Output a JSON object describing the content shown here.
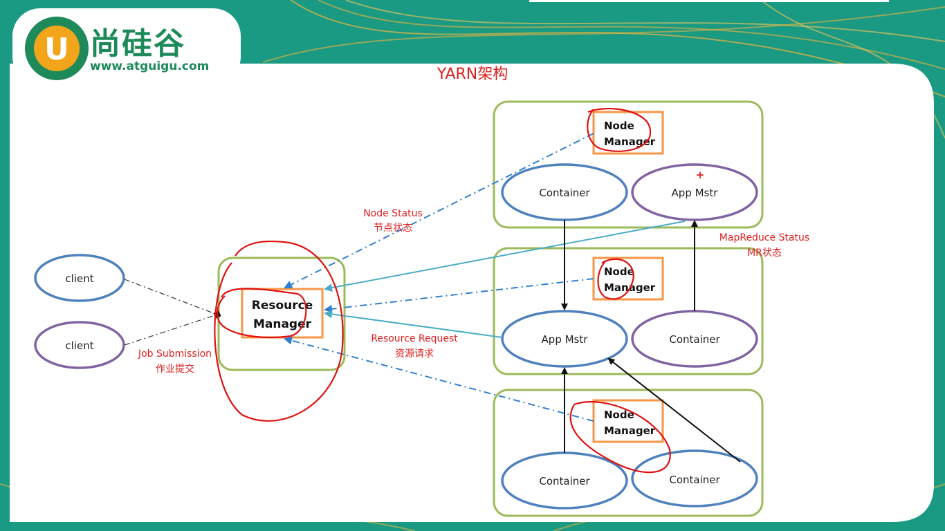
{
  "slide": {
    "title": "YARN架构",
    "brand": {
      "logo_letter": "U",
      "name_cn": "尚硅谷",
      "url": "www.atguigu.com"
    },
    "colors": {
      "banner": "#1a9a82",
      "node_border": "#9bbb59",
      "manager_border": "#f79646",
      "container_ellipse": "#4f81bd",
      "appmaster_ellipse": "#8064a2",
      "annotation": "#e02020",
      "request_arrow": "#4bacc6",
      "status_arrow": "#2f7fd0"
    }
  },
  "clients": [
    {
      "label": "client"
    },
    {
      "label": "client"
    }
  ],
  "resource_manager": {
    "line1": "Resource",
    "line2": "Manager"
  },
  "nodes": [
    {
      "manager": {
        "line1": "Node",
        "line2": "Manager"
      },
      "left": "Container",
      "right": "App Mstr",
      "plus": "+"
    },
    {
      "manager": {
        "line1": "Node",
        "line2": "Manager"
      },
      "left": "App Mstr",
      "right": "Container"
    },
    {
      "manager": {
        "line1": "Node",
        "line2": "Manager"
      },
      "left": "Container",
      "right": "Container"
    }
  ],
  "annotations": {
    "node_status": {
      "en": "Node Status",
      "cn": "节点状态"
    },
    "mapreduce_status": {
      "en": "MapReduce Status",
      "cn": "MR状态"
    },
    "resource_request": {
      "en": "Resource Request",
      "cn": "资源请求"
    },
    "job_submission": {
      "en": "Job Submission",
      "cn": "作业提交"
    }
  }
}
